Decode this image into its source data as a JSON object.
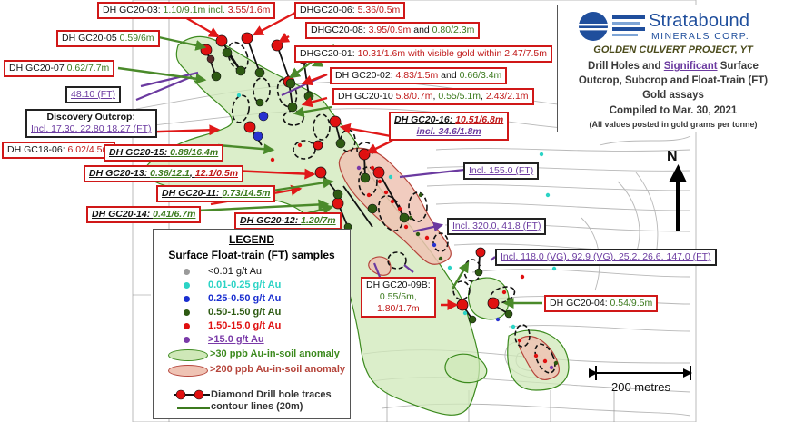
{
  "company": {
    "name": "Stratabound",
    "subtitle": "MINERALS CORP.",
    "colors": {
      "brand": "#1f4e9c",
      "brand_light": "#7ea5d6"
    }
  },
  "title": {
    "project": "GOLDEN CULVERT PROJECT, YT",
    "line1_pre": "Drill Holes and ",
    "line1_sig": "Significant",
    "line1_post": " Surface",
    "line2": "Outcrop, Subcrop and Float-Train (FT)",
    "line3": "Gold assays",
    "line4": "Compiled to Mar. 30, 2021",
    "line5": "(All values posted in gold grams per tonne)"
  },
  "drill_labels": [
    {
      "name": "DH GC20-03: ",
      "parts": [
        {
          "t": "1.10/9.1m incl. ",
          "c": "g"
        },
        {
          "t": "3.55/1.6m",
          "c": "r"
        }
      ]
    },
    {
      "name": "DHGC20-06: ",
      "parts": [
        {
          "t": "5.36/0.5m",
          "c": "r"
        }
      ]
    },
    {
      "name": "DH GC20-05 ",
      "parts": [
        {
          "t": "0.59/6m",
          "c": "g"
        }
      ]
    },
    {
      "name": "DHGC20-08: ",
      "parts": [
        {
          "t": "3.95/0.9m",
          "c": "r"
        },
        {
          "t": " and ",
          "c": "nm"
        },
        {
          "t": "0.80/2.3m",
          "c": "g"
        }
      ]
    },
    {
      "name": "DHGC20-01: ",
      "parts": [
        {
          "t": "10.31/1.6m with visible gold within 2.47/7.5m",
          "c": "r"
        }
      ]
    },
    {
      "name": "DH GC20-07 ",
      "parts": [
        {
          "t": "0.62/7.7m",
          "c": "g"
        }
      ]
    },
    {
      "name": "DH GC20-02: ",
      "parts": [
        {
          "t": "4.83/1.5m",
          "c": "r"
        },
        {
          "t": " and ",
          "c": "nm"
        },
        {
          "t": "0.66/3.4m",
          "c": "g"
        }
      ]
    },
    {
      "name": "DH GC20-10 ",
      "parts": [
        {
          "t": "5.8/0.7m",
          "c": "r"
        },
        {
          "t": ", ",
          "c": "nm"
        },
        {
          "t": "0.55/5.1m",
          "c": "g"
        },
        {
          "t": ", ",
          "c": "nm"
        },
        {
          "t": "2.43/2.1m",
          "c": "r"
        }
      ]
    },
    {
      "name": "DH GC18-06: ",
      "parts": [
        {
          "t": "6.02/4.5m",
          "c": "r"
        }
      ]
    },
    {
      "name": "DH GC20-15: ",
      "parts": [
        {
          "t": "0.88/16.4m",
          "c": "g"
        }
      ]
    },
    {
      "name": "DH GC20-13: ",
      "parts": [
        {
          "t": "0.36/12.1",
          "c": "g"
        },
        {
          "t": ", ",
          "c": "nm"
        },
        {
          "t": "12.1/0.5m",
          "c": "r"
        }
      ]
    },
    {
      "name": "DH GC20-11: ",
      "parts": [
        {
          "t": "0.73/14.5m",
          "c": "g"
        }
      ]
    },
    {
      "name": "DH GC20-14: ",
      "parts": [
        {
          "t": "0.41/6.7m",
          "c": "g"
        }
      ]
    },
    {
      "name": "DH GC20-12: ",
      "parts": [
        {
          "t": "1.20/7m",
          "c": "g"
        }
      ]
    },
    {
      "name": "DH GC20-04: ",
      "parts": [
        {
          "t": "0.54/9.5m",
          "c": "g"
        }
      ]
    }
  ],
  "gc20_16": {
    "name": "DH GC20-16: ",
    "value": "10.51/6.8m",
    "incl": "incl. 34.6/1.8m"
  },
  "gc20_09b": {
    "l1": "DH GC20-09B:",
    "l2": "0.55/5m,",
    "l3": "1.80/1.7m"
  },
  "discovery": {
    "title": "Discovery Outcrop:",
    "values": "Incl. 17.30, 22.80 18.27 (FT)"
  },
  "ft_labels": [
    {
      "text": "48.10 (FT)"
    },
    {
      "text": "Incl. 155.0 (FT)"
    },
    {
      "text": "Incl. 320.0, 41.8 (FT)"
    },
    {
      "text": "Incl. 118.0 (VG), 92.9 (VG), 25.2, 26.6, 147.0 (FT)"
    }
  ],
  "legend": {
    "title": "LEGEND",
    "subtitle": "Surface Float-train (FT) samples",
    "classes": [
      {
        "label": "<0.01 g/t Au",
        "color": "#9a9a9a"
      },
      {
        "label": "0.01-0.25 g/t Au",
        "color": "#2bd3c5"
      },
      {
        "label": "0.25-0.50 g/t Au",
        "color": "#1a2fd0"
      },
      {
        "label": "0.50-1.50 g/t Au",
        "color": "#2d5a12"
      },
      {
        "label": "1.50-15.0 g/t Au",
        "color": "#e01010"
      },
      {
        "label": ">15.0 g/t Au",
        "color": "#7a3aa8"
      }
    ],
    "soil": [
      {
        "label": ">30 ppb Au-in-soil anomaly",
        "fill": "#cfe8b8",
        "stroke": "#3c8a1e"
      },
      {
        "label": ">200 ppb Au-in-soil anomaly",
        "fill": "#efc3b4",
        "stroke": "#b5443a"
      }
    ],
    "drill_trace": "Diamond Drill hole traces",
    "contours": "contour lines (20m)"
  },
  "north": "N",
  "scale": "200 metres",
  "colors": {
    "label_border": "#d01818",
    "green_value": "#3c7a1e",
    "red_value": "#c01818",
    "purple": "#6b3aa0",
    "arrow_red": "#e01818",
    "arrow_green": "#4a8a2a",
    "arrow_purple": "#6b3aa0"
  }
}
